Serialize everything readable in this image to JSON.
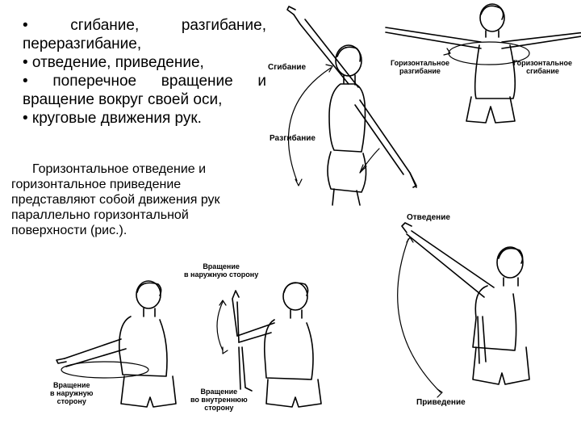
{
  "bullets": [
    {
      "text": "• сгибание, разгибание, переразгибание,"
    },
    {
      "text": "• отведение, приведение,"
    },
    {
      "text": "• поперечное вращение и вращение вокруг своей оси,"
    },
    {
      "text": "• круговые движения рук."
    }
  ],
  "paragraph": "Горизонтальное отведение и горизонтальное приведение представляют собой движения рук параллельно горизонтальной поверхности (рис.).",
  "figure_labels": {
    "flexion": "Сгибание",
    "extension": "Разгибание",
    "horizontal_extension": "Горизонтальное\nразгибание",
    "horizontal_flexion": "Горизонтальное\nсгибание",
    "abduction": "Отведение",
    "adduction": "Приведение",
    "external_rotation_top": "Вращение\nв наружную сторону",
    "external_rotation_left": "Вращение\nв наружную\nсторону",
    "internal_rotation": "Вращение\nво внутреннюю\nсторону"
  }
}
